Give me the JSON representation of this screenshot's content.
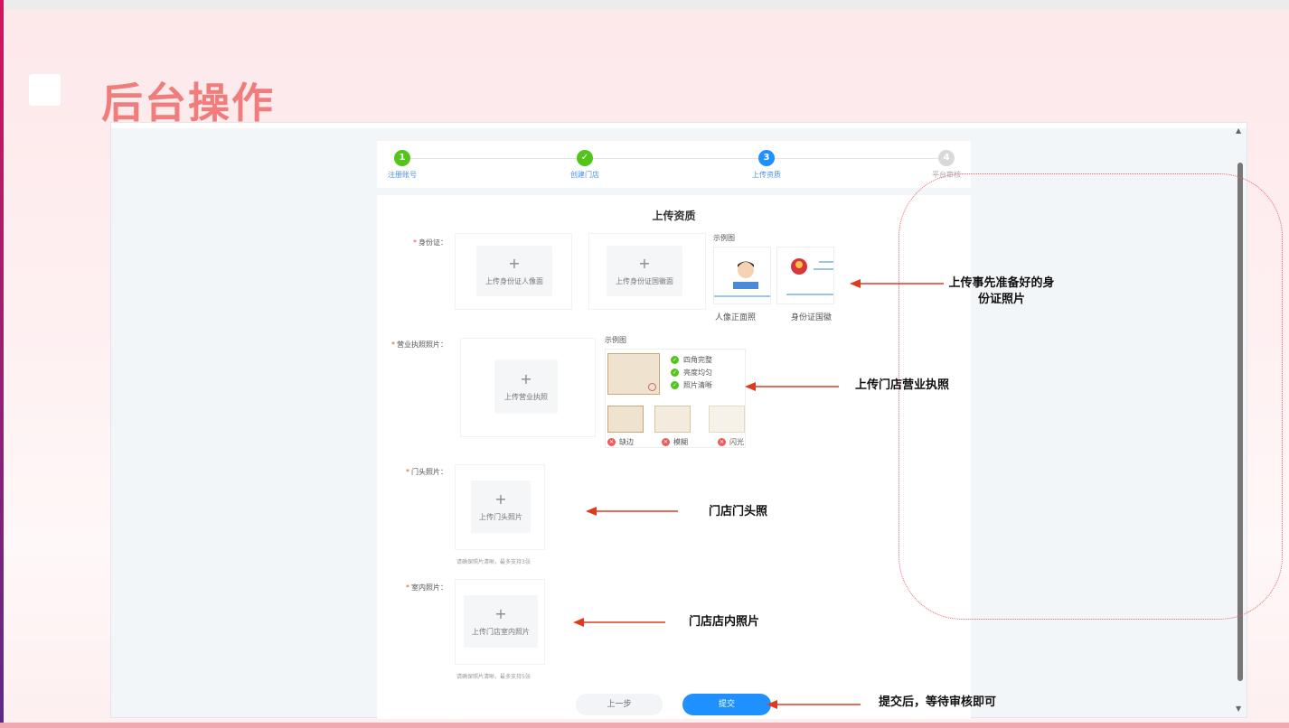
{
  "slide": {
    "title": "后台操作"
  },
  "steps": [
    {
      "number": "1",
      "label": "注册账号",
      "status": "done"
    },
    {
      "number": "✓",
      "label": "创建门店",
      "status": "done"
    },
    {
      "number": "3",
      "label": "上传资质",
      "status": "active"
    },
    {
      "number": "4",
      "label": "平台审核",
      "status": "pending"
    }
  ],
  "form": {
    "title": "上传资质",
    "id_card": {
      "label": "身份证：",
      "upload_front": "上传身份证人像面",
      "upload_back": "上传身份证国徽面",
      "example_label": "示例图",
      "example_front_caption": "人像正面照",
      "example_back_caption": "身份证国徽"
    },
    "license": {
      "label": "营业执照照片：",
      "upload": "上传营业执照",
      "example_label": "示例图",
      "checks": [
        "四角完整",
        "亮度均匀",
        "照片清晰"
      ],
      "bad_examples": [
        "缺边",
        "模糊",
        "闪光"
      ]
    },
    "storefront": {
      "label": "门头照片：",
      "upload": "上传门头照片",
      "hint": "请确保照片清晰，最多支持3张"
    },
    "interior": {
      "label": "室内照片：",
      "upload": "上传门店室内照片",
      "hint": "请确保照片清晰，最多支持5张"
    },
    "prev_button": "上一步",
    "submit_button": "提交"
  },
  "annotations": {
    "id_card": "上传事先准备好的身份证照片",
    "license": "上传门店营业执照",
    "storefront": "门店门头照",
    "interior": "门店店内照片",
    "submit": "提交后，等待审核即可"
  },
  "colors": {
    "title": "#f07c7c",
    "step_done": "#52c41a",
    "step_active": "#1e90ff",
    "step_pending": "#d9d9d9",
    "primary_button": "#1e90ff",
    "arrow": "#e03a1e"
  }
}
